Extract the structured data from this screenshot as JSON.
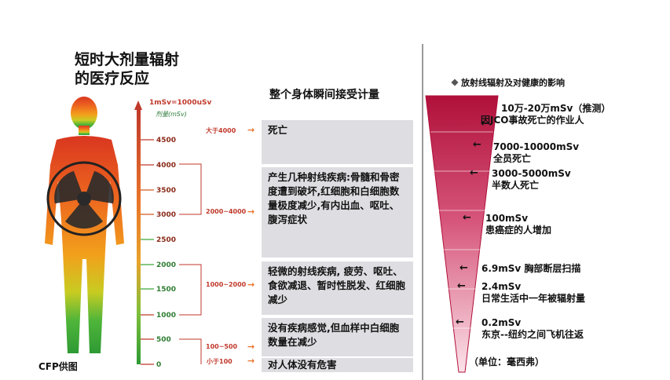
{
  "left_title": {
    "line1": "短时大剂量辐射",
    "line2": "的医疗反应"
  },
  "credit": "CFP供图",
  "scale": {
    "unit_top": "1mSv=1000uSv",
    "unit_label": "剂量(mSv)",
    "ticks": [
      "4500",
      "4000",
      "3500",
      "3000",
      "2500",
      "2000",
      "1500",
      "1000",
      "500",
      "0"
    ]
  },
  "center": {
    "title": "整个身体瞬间接受计量",
    "ranges": [
      {
        "label": "大于4000",
        "text": "死亡"
      },
      {
        "label": "2000~4000",
        "text": "产生几种射线疾病:骨髓和骨密度遭到破坏,红细胞和白细胞数量极度减少,有内出血、呕吐、腹泻症状"
      },
      {
        "label": "1000~2000",
        "text": "轻微的射线疾病, 疲劳、呕吐、食欲减退、暂时性脱发、红细胞减少"
      },
      {
        "label": "100~500",
        "text": "没有疾病感觉,但血样中白细胞数量在减少"
      },
      {
        "label": "小于100",
        "text": "对人体没有危害"
      }
    ]
  },
  "right": {
    "title": "放射线辐射及对健康的影响",
    "annotations": [
      {
        "l1": "10万-20万mSv（推测）",
        "l2": "因JCO事故死亡的作业人"
      },
      {
        "l1": "7000-10000mSv",
        "l2": "全员死亡"
      },
      {
        "l1": "3000-5000mSv",
        "l2": "半数人死亡"
      },
      {
        "l1": "100mSv",
        "l2": "患癌症的人增加"
      },
      {
        "l1": "6.9mSv 胸部断层扫描",
        "l2": ""
      },
      {
        "l1": "2.4mSv",
        "l2": "日常生活中一年被辐射量"
      },
      {
        "l1": "0.2mSv",
        "l2": "东京--纽约之间飞机往返"
      }
    ],
    "unit_note": "（单位：毫西弗）"
  },
  "colors": {
    "red": "#c0392b",
    "orange": "#e8722a",
    "green": "#3ea83a",
    "box_bg": "#dedde2",
    "funnel_top": "#b0103a"
  }
}
